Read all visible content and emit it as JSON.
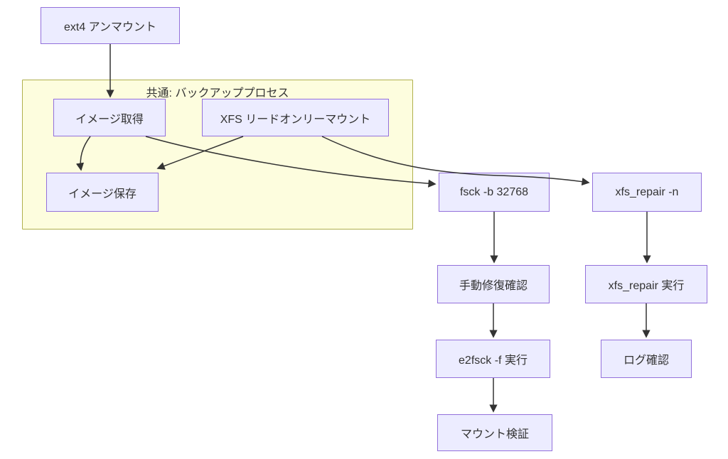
{
  "diagram": {
    "type": "flowchart",
    "direction": "top-down",
    "background_color": "#ffffff",
    "colors": {
      "node_fill": "#ececff",
      "node_border": "#9370db",
      "cluster_fill": "#fdfdde",
      "cluster_border": "#b0b04d",
      "edge_stroke": "#333333",
      "text": "#333333"
    },
    "cluster": {
      "id": "backup-process",
      "label": "共通: バックアッププロセス",
      "members": [
        "image-capture",
        "xfs-readonly-mount",
        "image-save"
      ]
    },
    "nodes": [
      {
        "id": "ext4-unmount",
        "label": "ext4 アンマウント"
      },
      {
        "id": "image-capture",
        "label": "イメージ取得"
      },
      {
        "id": "xfs-readonly-mount",
        "label": "XFS リードオンリーマウント"
      },
      {
        "id": "image-save",
        "label": "イメージ保存"
      },
      {
        "id": "fsck-b-32768",
        "label": "fsck -b 32768"
      },
      {
        "id": "xfs-repair-n",
        "label": "xfs_repair -n"
      },
      {
        "id": "manual-repair-confirm",
        "label": "手動修復確認"
      },
      {
        "id": "xfs-repair-run",
        "label": "xfs_repair 実行"
      },
      {
        "id": "e2fsck-f-run",
        "label": "e2fsck -f 実行"
      },
      {
        "id": "log-check",
        "label": "ログ確認"
      },
      {
        "id": "mount-verify",
        "label": "マウント検証"
      }
    ],
    "edges": [
      {
        "from": "ext4-unmount",
        "to": "image-capture"
      },
      {
        "from": "image-capture",
        "to": "image-save"
      },
      {
        "from": "image-capture",
        "to": "fsck-b-32768"
      },
      {
        "from": "xfs-readonly-mount",
        "to": "image-save"
      },
      {
        "from": "xfs-readonly-mount",
        "to": "xfs-repair-n"
      },
      {
        "from": "fsck-b-32768",
        "to": "manual-repair-confirm"
      },
      {
        "from": "manual-repair-confirm",
        "to": "e2fsck-f-run"
      },
      {
        "from": "e2fsck-f-run",
        "to": "mount-verify"
      },
      {
        "from": "xfs-repair-n",
        "to": "xfs-repair-run"
      },
      {
        "from": "xfs-repair-run",
        "to": "log-check"
      }
    ]
  }
}
